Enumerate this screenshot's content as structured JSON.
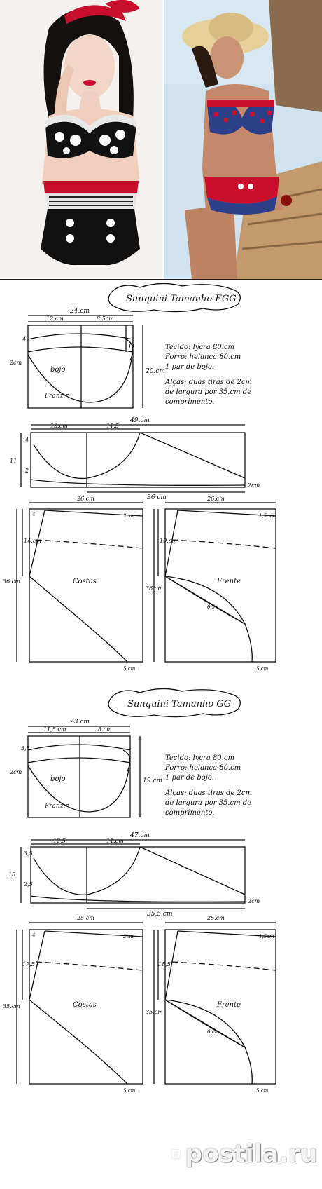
{
  "pattern_egg": {
    "title": "Sunquini Tamanho EGG",
    "top": {
      "width": "24.cm",
      "seg1": "12.cm",
      "seg2": "8.5cm",
      "height": "20.cm",
      "side": "11",
      "small1": "2cm",
      "small2": "4",
      "bojo": "bojo",
      "franzir": "Franzir"
    },
    "notes": {
      "tecido": "Tecido: lycra 80.cm",
      "forro": "Forro: helanca 80.cm",
      "bojo": "1 par de bojo.",
      "alcas1": "Alças: duas tiras de 2cm",
      "alcas2": "de largura por 35.cm de",
      "alcas3": "comprimento."
    },
    "band": {
      "width": "49.cm",
      "seg1": "13.cm",
      "seg2": "11,5",
      "bottom": "36 cm",
      "left1": "4",
      "left2": "11",
      "left3": "2",
      "right": "2cm"
    },
    "costas": {
      "label": "Costas",
      "width": "26.cm",
      "height": "36.cm",
      "upper": "14.cm",
      "corner": "2cm",
      "bottom": "5.cm",
      "small": "4"
    },
    "frente": {
      "label": "Frente",
      "width": "26.cm",
      "height": "36.cm",
      "upper": "19.cm",
      "corner": "1,5cm",
      "bottom": "5.cm",
      "curve": "6.5"
    }
  },
  "pattern_gg": {
    "title": "Sunquini Tamanho GG",
    "top": {
      "width": "23.cm",
      "seg1": "11,5.cm",
      "seg2": "8.cm",
      "height": "19.cm",
      "side": "",
      "small1": "2cm",
      "small2": "3,5",
      "bojo": "bojo",
      "franzir": "Franzir"
    },
    "notes": {
      "tecido": "Tecido: lycra 80.cm",
      "forro": "Forro: helanca 80.cm",
      "bojo": "1 par de bojo.",
      "alcas1": "Alças: duas tiras de 2cm",
      "alcas2": "de largura por 35.cm de",
      "alcas3": "comprimento."
    },
    "band": {
      "width": "47.cm",
      "seg1": "12,5",
      "seg2": "11.cm",
      "bottom": "35,5.cm",
      "left1": "3,5",
      "left2": "18",
      "left3": "2,5",
      "right": "2cm"
    },
    "costas": {
      "label": "Costas",
      "width": "25.cm",
      "height": "35.cm",
      "upper": "17,5",
      "corner": "2cm",
      "bottom": "5.cm",
      "small": "4"
    },
    "frente": {
      "label": "Frente",
      "width": "25.cm",
      "height": "35.cm",
      "upper": "18,5",
      "corner": "1,5cm",
      "bottom": "5.cm",
      "curve": "6.cm"
    }
  },
  "watermark": {
    "text": "postila.ru"
  },
  "colors": {
    "polka_dot": "#111111",
    "red": "#c8102e",
    "water": "#cfe3ee",
    "wood": "#c29a6b"
  }
}
